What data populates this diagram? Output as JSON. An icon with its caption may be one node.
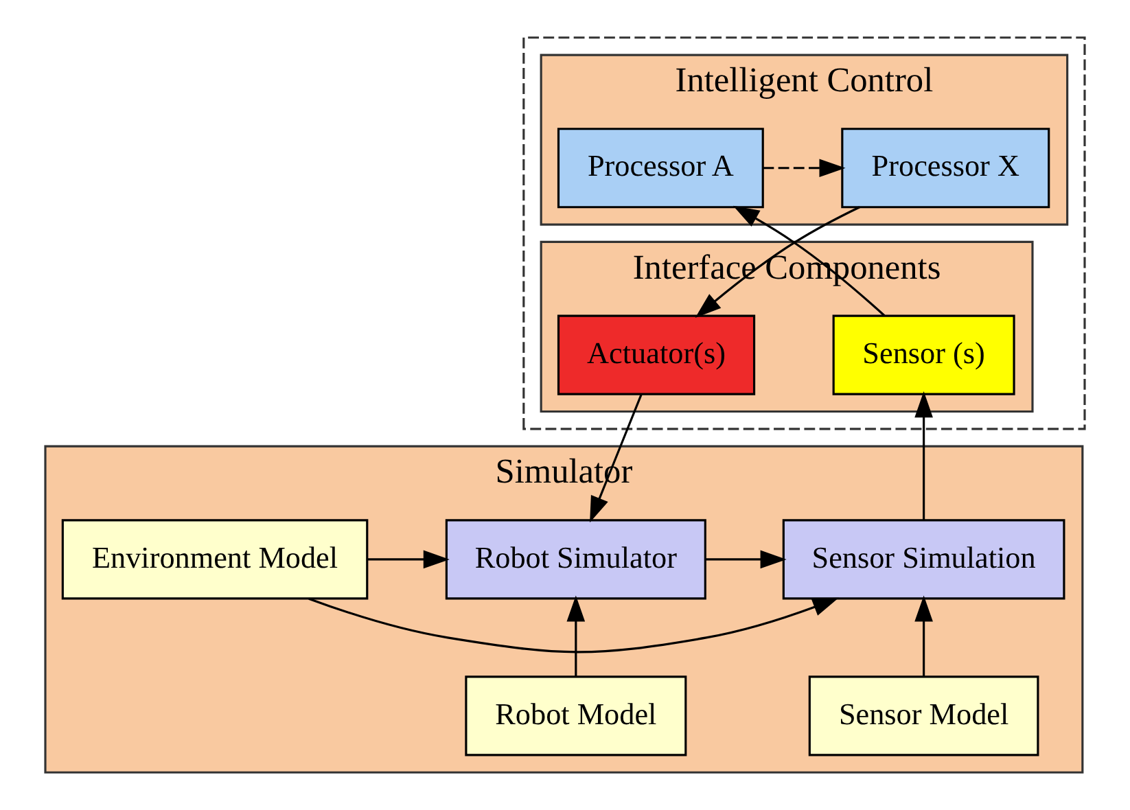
{
  "diagram": {
    "nodes": [
      {
        "text": [],
        "shape": "box"
      },
      {
        "text": [
          "Intelligent Control"
        ],
        "in": 0
      },
      {
        "text": [
          "Processor A"
        ],
        "in": 1
      },
      {
        "text": [
          "Processor X"
        ],
        "in": 1
      },
      {
        "text": [
          "Interface Components"
        ],
        "in": 0
      },
      {
        "text": [
          "Sensor (s)"
        ],
        "in": 4
      },
      {
        "text": [
          "Actuator(s)"
        ],
        "in": 4
      },
      {
        "text": [
          "Simulator"
        ]
      },
      {
        "text": [
          "Sensor Simulation"
        ],
        "in": 7
      },
      {
        "text": [
          "Environment Model"
        ],
        "in": 7
      },
      {
        "text": [
          "Robot Simulator"
        ],
        "in": 7
      },
      {
        "text": [
          "Sensor Model"
        ],
        "in": 7
      },
      {
        "text": [
          "Robot Model"
        ],
        "in": 7
      }
    ],
    "edges": [
      {
        "from": 5,
        "to": 2,
        "arrow": "to"
      },
      {
        "from": 2,
        "to": 3,
        "arrow": "to",
        "style": "dashed"
      },
      {
        "from": 3,
        "to": 6,
        "arrow": "to"
      },
      {
        "from": 6,
        "to": 10,
        "arrow": "to"
      },
      {
        "from": 8,
        "to": 5,
        "arrow": "to"
      },
      {
        "from": 9,
        "to": 8,
        "arrow": "to"
      },
      {
        "from": 9,
        "to": 10,
        "arrow": "to"
      },
      {
        "from": 11,
        "to": 8,
        "arrow": "to"
      },
      {
        "from": 10,
        "to": 8,
        "arrow": "to"
      },
      {
        "from": 12,
        "to": 10,
        "arrow": "to"
      }
    ]
  }
}
